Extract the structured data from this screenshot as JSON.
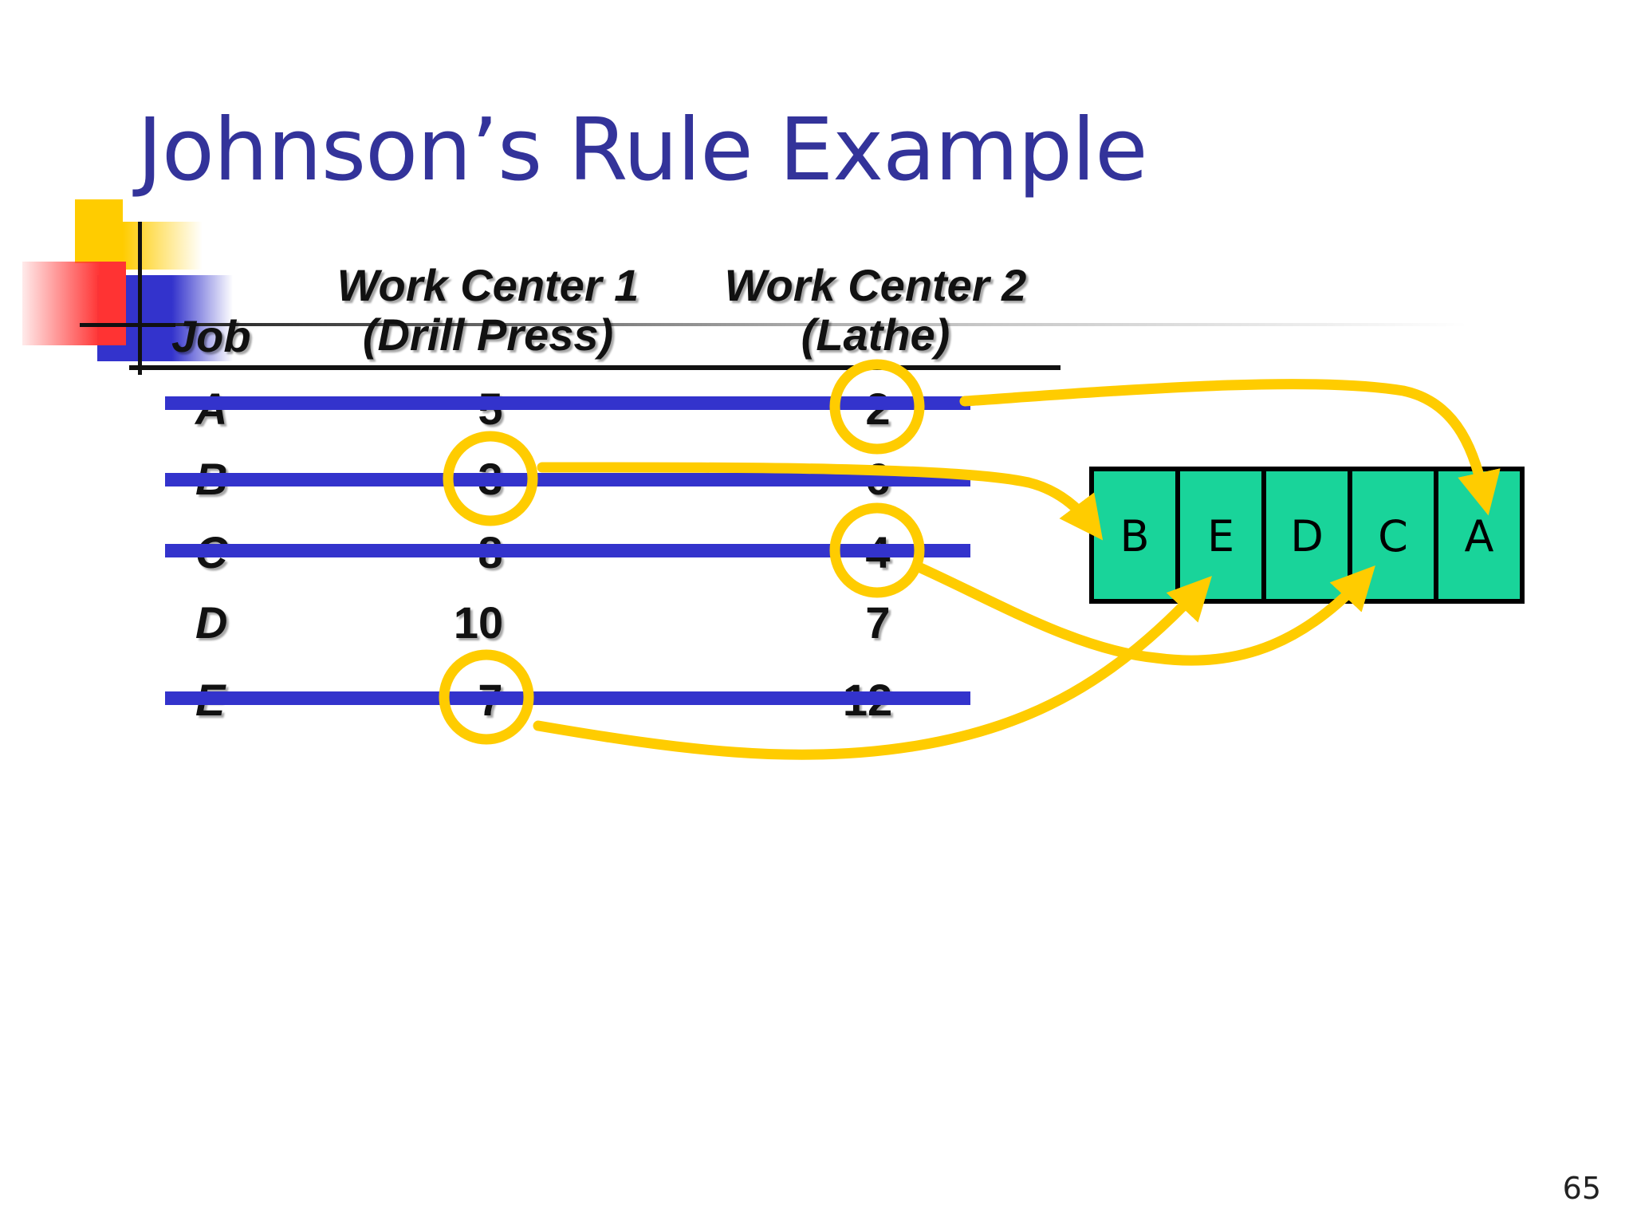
{
  "title": "Johnson’s Rule Example",
  "table": {
    "headers": {
      "job": "Job",
      "wc1_line1": "Work Center 1",
      "wc1_line2": "(Drill Press)",
      "wc2_line1": "Work Center 2",
      "wc2_line2": "(Lathe)"
    },
    "rows": [
      {
        "job": "A",
        "wc1": "5",
        "wc2": "2",
        "crossed_out": true,
        "circled": "wc2"
      },
      {
        "job": "B",
        "wc1": "3",
        "wc2": "6",
        "crossed_out": true,
        "circled": "wc1"
      },
      {
        "job": "C",
        "wc1": "8",
        "wc2": "4",
        "crossed_out": true,
        "circled": "wc2"
      },
      {
        "job": "D",
        "wc1": "10",
        "wc2": "7",
        "crossed_out": false,
        "circled": ""
      },
      {
        "job": "E",
        "wc1": "7",
        "wc2": "12",
        "crossed_out": true,
        "circled": "wc1"
      }
    ]
  },
  "sequence": [
    "B",
    "E",
    "D",
    "C",
    "A"
  ],
  "page_number": "65",
  "colors": {
    "title": "#33339a",
    "strike": "#3333cc",
    "highlight": "#ffcc00",
    "sequence_fill": "#19d49a"
  }
}
